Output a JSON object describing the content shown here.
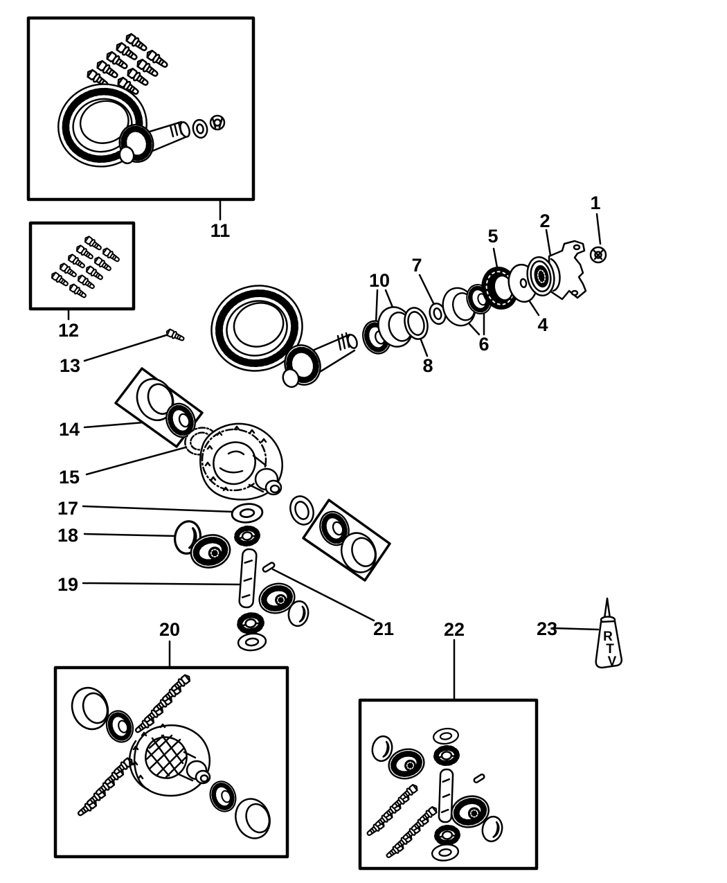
{
  "diagram": {
    "kind": "exploded-parts-line-drawing",
    "colors": {
      "line": "#000000",
      "background": "#ffffff"
    }
  },
  "callouts": {
    "n1": "1",
    "n2": "2",
    "n4": "4",
    "n5": "5",
    "n6": "6",
    "n7": "7",
    "n8": "8",
    "n10": "10",
    "n11": "11",
    "n12": "12",
    "n13": "13",
    "n14": "14",
    "n15": "15",
    "n17": "17",
    "n18": "18",
    "n19": "19",
    "n20": "20",
    "n21": "21",
    "n22": "22",
    "n23": "23"
  },
  "rtv_label": [
    "R",
    "T",
    "V"
  ]
}
